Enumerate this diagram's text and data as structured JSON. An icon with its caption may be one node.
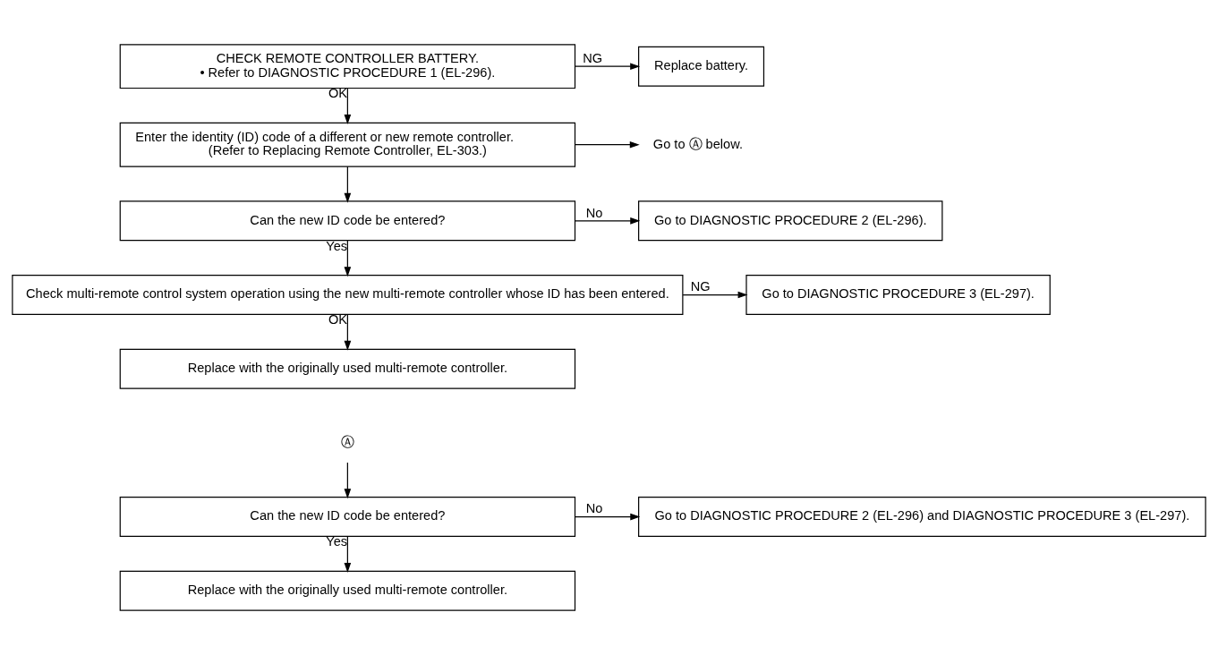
{
  "diagram": {
    "nodes": [
      {
        "text": [
          "CHECK REMOTE CONTROLLER BATTERY.",
          "• Refer to DIAGNOSTIC PROCEDURE 1 (EL-296)."
        ]
      },
      {
        "text": [
          "Replace battery."
        ]
      },
      {
        "text": [
          "Enter the identity (ID) code of a different or new remote controller. (Refer to Replacing Remote Controller, EL-303.)"
        ]
      },
      {
        "text": [
          "Go to Ⓐ below."
        ]
      },
      {
        "text": [
          "Can the new ID code be entered?"
        ]
      },
      {
        "text": [
          "Go to DIAGNOSTIC PROCEDURE 2 (EL-296)."
        ]
      },
      {
        "text": [
          "Check multi-remote control system operation using the new multi-remote controller whose ID has been entered."
        ]
      },
      {
        "text": [
          "Go to DIAGNOSTIC PROCEDURE 3 (EL-297)."
        ]
      },
      {
        "text": [
          "Replace with the originally used multi-remote controller."
        ]
      },
      {
        "text": [
          "Ⓐ"
        ]
      },
      {
        "text": [
          "Can the new ID code be entered?"
        ]
      },
      {
        "text": [
          "Go to DIAGNOSTIC PROCEDURE 2 (EL-296) and DIAGNOSTIC PROCEDURE 3 (EL-297)."
        ]
      },
      {
        "text": [
          "Replace with the originally used multi-remote controller."
        ]
      }
    ],
    "edges": [
      {
        "from": 0,
        "to": 1,
        "arrow": "to",
        "label": "NG"
      },
      {
        "from": 0,
        "to": 2,
        "arrow": "to",
        "label": "OK"
      },
      {
        "from": 2,
        "to": 3,
        "arrow": "to"
      },
      {
        "from": 2,
        "to": 4,
        "arrow": "to"
      },
      {
        "from": 4,
        "to": 5,
        "arrow": "to",
        "label": "No"
      },
      {
        "from": 4,
        "to": 6,
        "arrow": "to",
        "label": "Yes"
      },
      {
        "from": 6,
        "to": 7,
        "arrow": "to",
        "label": "NG"
      },
      {
        "from": 6,
        "to": 8,
        "arrow": "to",
        "label": "OK"
      },
      {
        "from": 9,
        "to": 10,
        "arrow": "to"
      },
      {
        "from": 10,
        "to": 11,
        "arrow": "to",
        "label": "No"
      },
      {
        "from": 10,
        "to": 12,
        "arrow": "to",
        "label": "Yes"
      }
    ]
  }
}
